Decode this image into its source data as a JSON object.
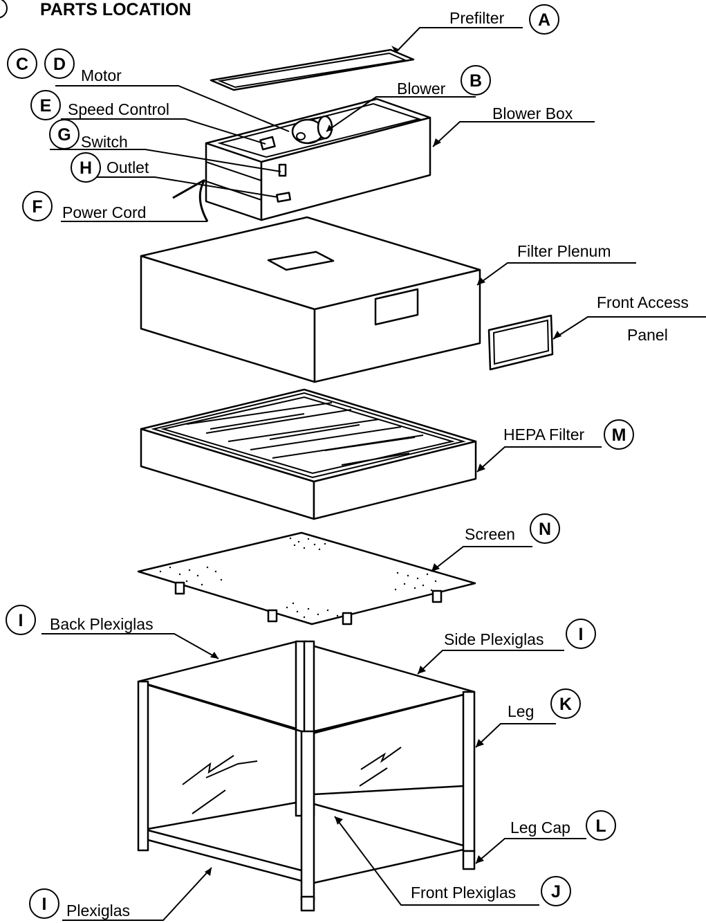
{
  "title": "PARTS LOCATION",
  "labels": {
    "prefilter": "Prefilter",
    "motor": "Motor",
    "blower": "Blower",
    "speed_control": "Speed Control",
    "blower_box": "Blower Box",
    "switch": "Switch",
    "outlet": "Outlet",
    "power_cord": "Power Cord",
    "filter_plenum": "Filter Plenum",
    "front_access_1": "Front Access",
    "front_access_2": "Panel",
    "hepa_filter": "HEPA Filter",
    "screen": "Screen",
    "back_plexiglas": "Back Plexiglas",
    "side_plexiglas": "Side Plexiglas",
    "leg": "Leg",
    "leg_cap": "Leg Cap",
    "front_plexiglas": "Front Plexiglas",
    "plexiglas": "Plexiglas"
  },
  "callouts": {
    "a": "A",
    "b": "B",
    "c": "C",
    "d": "D",
    "e": "E",
    "f": "F",
    "g": "G",
    "h": "H",
    "i_back": "I",
    "i_side": "I",
    "i_bottom": "I",
    "j": "J",
    "k": "K",
    "l": "L",
    "m": "M",
    "n": "N"
  }
}
